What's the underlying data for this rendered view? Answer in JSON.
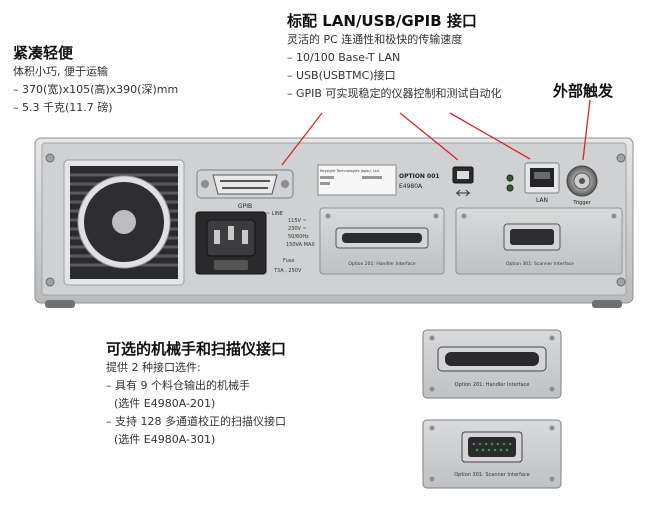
{
  "compact": {
    "title": "紧凑轻便",
    "lines": [
      "体积小巧, 便于运输",
      "– 370(宽)x105(高)x390(深)mm",
      "– 5.3 千克(11.7 磅)"
    ]
  },
  "interfaces": {
    "title": "标配 LAN/USB/GPIB 接口",
    "lines": [
      "灵活的 PC 连通性和极快的传输速度",
      "– 10/100 Base-T LAN",
      "– USB(USBTMC)接口",
      "– GPIB 可实现稳定的仪器控制和测试自动化"
    ]
  },
  "trigger": {
    "title": "外部触发"
  },
  "options": {
    "title": "可选的机械手和扫描仪接口",
    "lines": [
      "提供 2 种接口选件:",
      "– 具有 9 个料仓输出的机械手",
      "(选件 E4980A-201)",
      "– 支持 128 多通道校正的扫描仪接口",
      "(选件 E4980A-301)"
    ]
  },
  "panel": {
    "gpib": "GPIB",
    "line_label": "~ LINE",
    "power_rating": [
      "115V ~",
      "230V ~",
      "50/60Hz",
      "150VA MAX"
    ],
    "fuse_label": "Fuse",
    "fuse_rating": "T3A , 250V",
    "company": "Keysight Technologies Japan, Ltd.",
    "option_label": "OPTION 001",
    "model": "E4980A",
    "lan": "LAN",
    "trigger_label": "Trigger",
    "handler_interface": "Option 201: Handler Interface",
    "scanner_interface": "Option 301: Scanner Interface"
  },
  "colors": {
    "annotation_line": "#d9262c",
    "panel": "#dcdcdc",
    "body": "#c6c8c9"
  }
}
